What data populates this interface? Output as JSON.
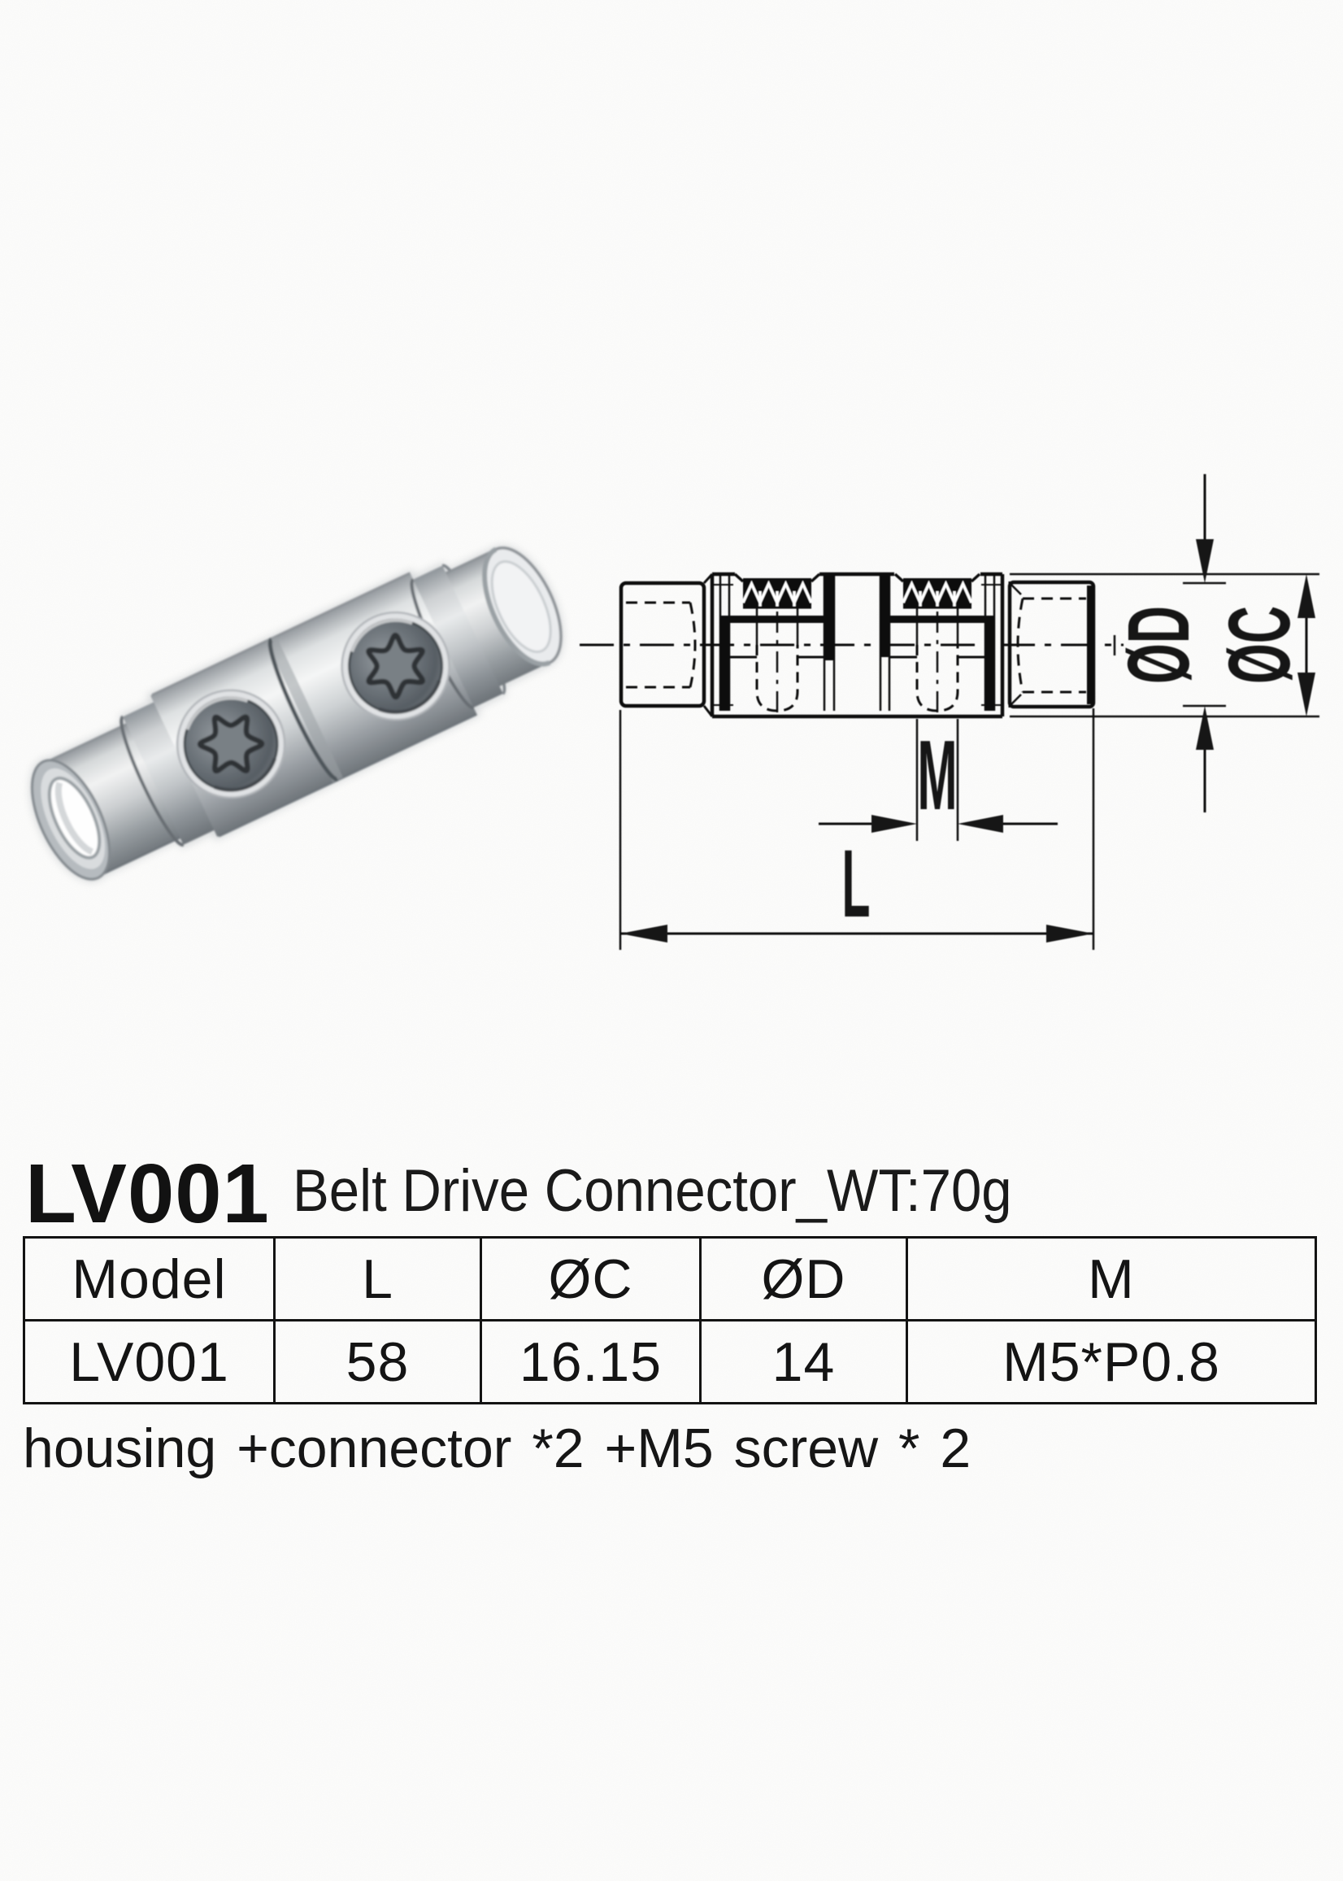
{
  "header": {
    "model": "LV001",
    "title": "Belt Drive Connector_WT:70g"
  },
  "spec_table": {
    "columns": [
      "Model",
      "L",
      "ØC",
      "ØD",
      "M"
    ],
    "rows": [
      [
        "LV001",
        "58",
        "16.15",
        "14",
        "M5*P0.8"
      ]
    ]
  },
  "note": "housing +connector *2 +M5 screw * 2",
  "drawing": {
    "dim_labels": {
      "d": "ØD",
      "c": "ØC",
      "m": "M",
      "l": "L"
    }
  },
  "illustration": {
    "description": "3D rendering of belt drive connector with two torx screws"
  }
}
